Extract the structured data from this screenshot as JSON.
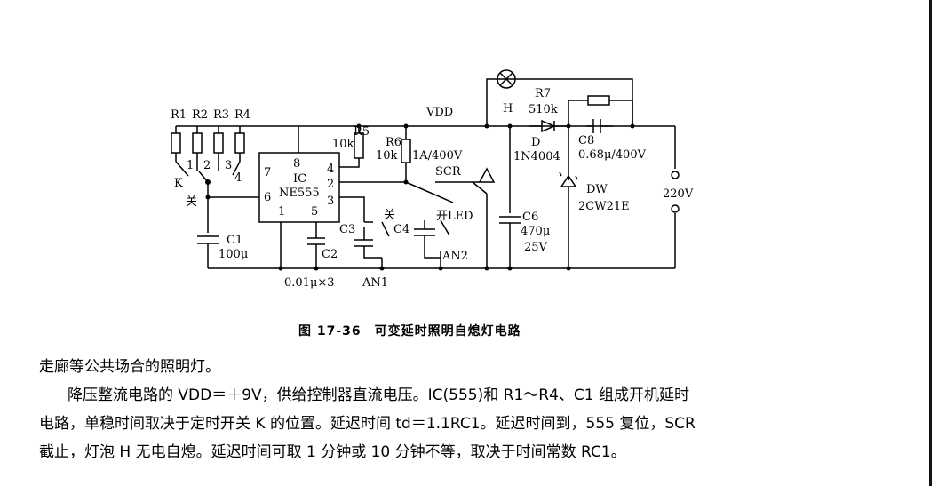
{
  "labels": {
    "r1": "R1",
    "r2": "R2",
    "r3": "R3",
    "r4": "R4",
    "r5": "R5",
    "r5_val": "10k",
    "r6": "R6",
    "r6_val": "10k",
    "vdd": "VDD",
    "h": "H",
    "r7": "R7",
    "r7_val": "510k",
    "c8": "C8",
    "c8_val": "0.68μ/400V",
    "d": "D",
    "d_val": "1N4004",
    "fuse_val": "1A/400V",
    "scr": "SCR",
    "dw": "DW",
    "dw_val": "2CW21E",
    "mains": "220V",
    "ic": "IC",
    "ic_model": "NE555",
    "pin8": "8",
    "pin4": "4",
    "pin7": "7",
    "pin2": "2",
    "pin6": "6",
    "pin3": "3",
    "pin1": "1",
    "pin5": "5",
    "k": "K",
    "guan": "关",
    "guan2": "关",
    "kai_led": "开LED",
    "sw1": "1",
    "sw2": "2",
    "sw3": "3",
    "sw4": "4",
    "c1": "C1",
    "c1_val": "100μ",
    "c2": "C2",
    "c3": "C3",
    "c4": "C4",
    "c6": "C6",
    "c6_val1": "470μ",
    "c6_val2": "25V",
    "cap_note": "0.01μ×3",
    "an1": "AN1",
    "an2": "AN2"
  },
  "caption": "图 17-36　可变延时照明自熄灯电路",
  "paragraphs": {
    "p1": "走廊等公共场合的照明灯。",
    "p2": "降压整流电路的 VDD＝＋9V，供给控制器直流电压。IC(555)和 R1～R4、C1 组成开机延时",
    "p3": "电路，单稳时间取决于定时开关 K 的位置。延迟时间 td＝1.1RC1。延迟时间到，555 复位，SCR",
    "p4": "截止，灯泡 H 无电自熄。延迟时间可取 1 分钟或 10 分钟不等，取决于时间常数 RC1。"
  }
}
